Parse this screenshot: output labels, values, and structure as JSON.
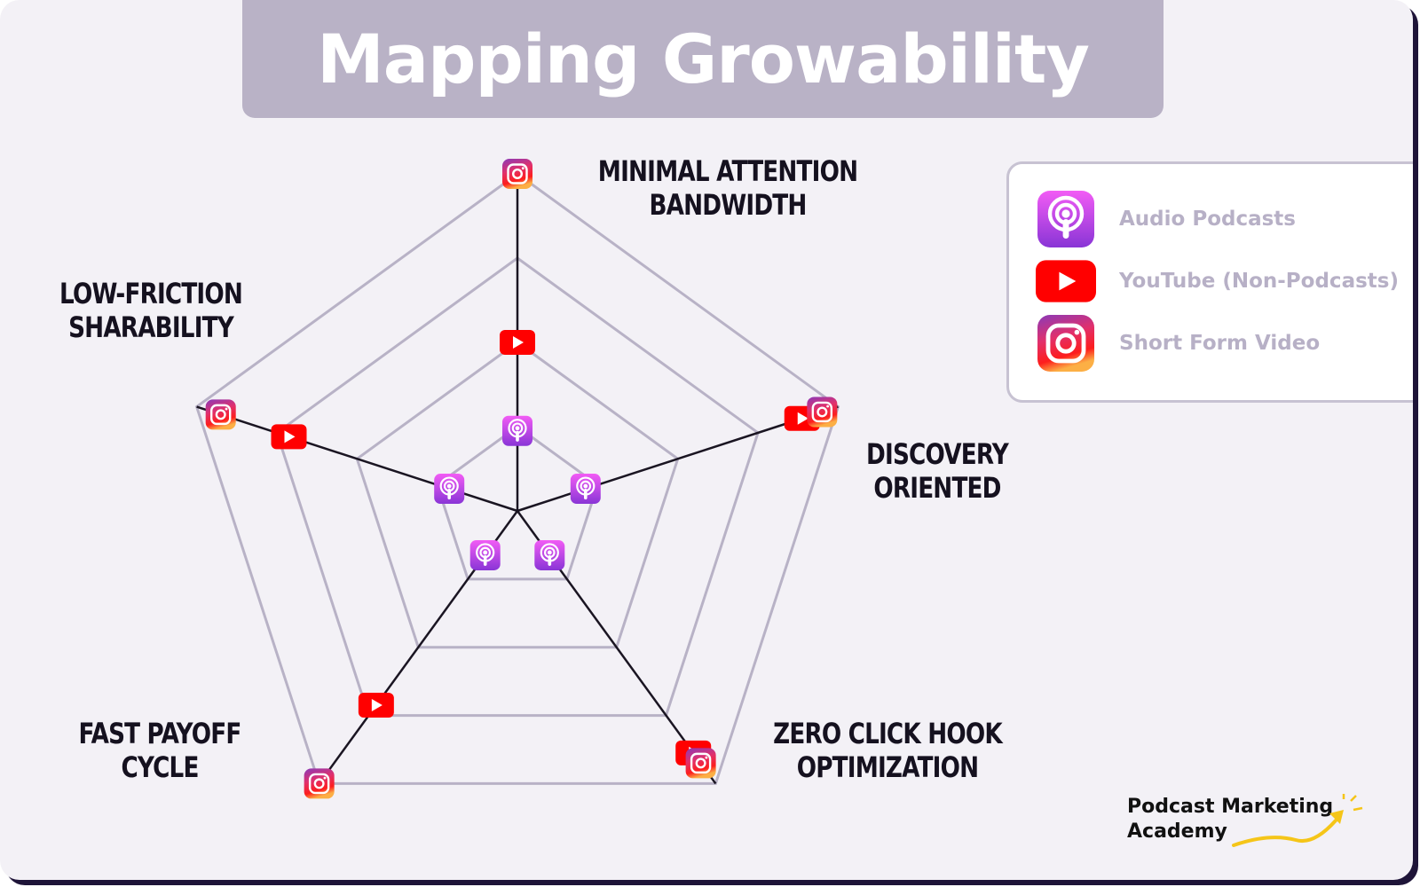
{
  "title": "Mapping Growability",
  "axes": [
    {
      "key": "attention",
      "label": "MINIMAL ATTENTION\nBANDWIDTH"
    },
    {
      "key": "discovery",
      "label": "DISCOVERY\nORIENTED"
    },
    {
      "key": "hook",
      "label": "ZERO CLICK HOOK\nOPTIMIZATION"
    },
    {
      "key": "payoff",
      "label": "FAST PAYOFF\nCYCLE"
    },
    {
      "key": "sharability",
      "label": "LOW-FRICTION\nSHARABILITY"
    }
  ],
  "legend": {
    "items": [
      {
        "label": "Audio Podcasts",
        "icon": "podcast-icon"
      },
      {
        "label": "YouTube (Non-Podcasts)",
        "icon": "youtube-icon"
      },
      {
        "label": "Short Form Video",
        "icon": "instagram-icon"
      }
    ]
  },
  "chart_data": {
    "type": "radar",
    "rlim": [
      0,
      4
    ],
    "rings": 4,
    "categories": [
      "MINIMAL ATTENTION BANDWIDTH",
      "DISCOVERY ORIENTED",
      "ZERO CLICK HOOK OPTIMIZATION",
      "FAST PAYOFF CYCLE",
      "LOW-FRICTION SHARABILITY"
    ],
    "series": [
      {
        "name": "Audio Podcasts",
        "icon": "podcast-icon",
        "values": [
          0.95,
          0.85,
          0.65,
          0.65,
          0.85
        ]
      },
      {
        "name": "YouTube (Non-Podcasts)",
        "icon": "youtube-icon",
        "values": [
          2.0,
          3.55,
          3.55,
          2.85,
          2.85
        ]
      },
      {
        "name": "Short Form Video",
        "icon": "instagram-icon",
        "values": [
          4.0,
          3.8,
          3.7,
          4.0,
          3.7
        ]
      }
    ],
    "colors": {
      "grid": "#b8b2c6",
      "axis": "#1a1522",
      "podcast": "#a24be0",
      "youtube": "#ff0000",
      "instagram": "#e1306c"
    }
  },
  "brand": {
    "line1": "Podcast Marketing",
    "line2": "Academy",
    "accent_color": "#f5c518"
  }
}
